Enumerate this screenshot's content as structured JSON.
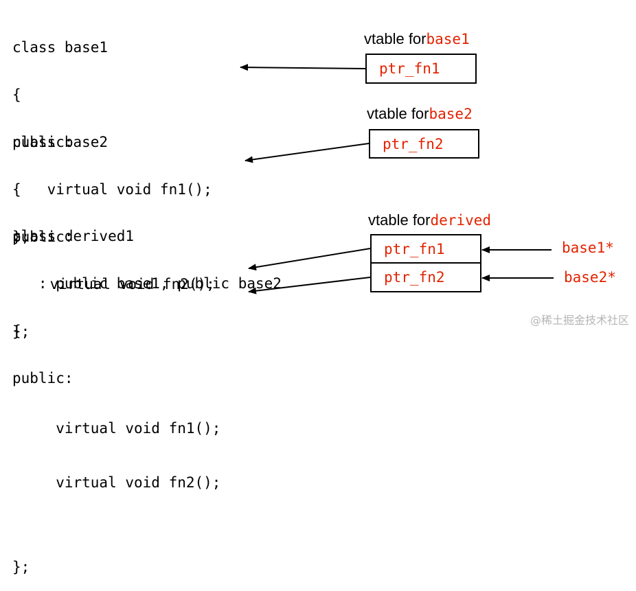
{
  "code": {
    "base1": [
      "class base1",
      "{",
      "public:",
      "    virtual void fn1();",
      "};"
    ],
    "base2": [
      "class base2",
      "{",
      "public:",
      "    virtual void fn2();",
      "};"
    ],
    "derived": [
      "class derived1",
      "   : public base1, public base2",
      "{",
      "public:",
      "     virtual void fn1();",
      "     virtual void fn2();",
      "",
      "};"
    ]
  },
  "vtables": [
    {
      "prefix": "vtable for",
      "class_name": "base1",
      "entries": [
        "ptr_fn1"
      ]
    },
    {
      "prefix": "vtable for",
      "class_name": "base2",
      "entries": [
        "ptr_fn2"
      ]
    },
    {
      "prefix": "vtable for",
      "class_name": "derived",
      "entries": [
        "ptr_fn1",
        "ptr_fn2"
      ]
    }
  ],
  "pointers": [
    "base1*",
    "base2*"
  ],
  "watermark": "@稀土掘金技术社区",
  "colors": {
    "accent": "#e32200",
    "line": "#000000"
  }
}
